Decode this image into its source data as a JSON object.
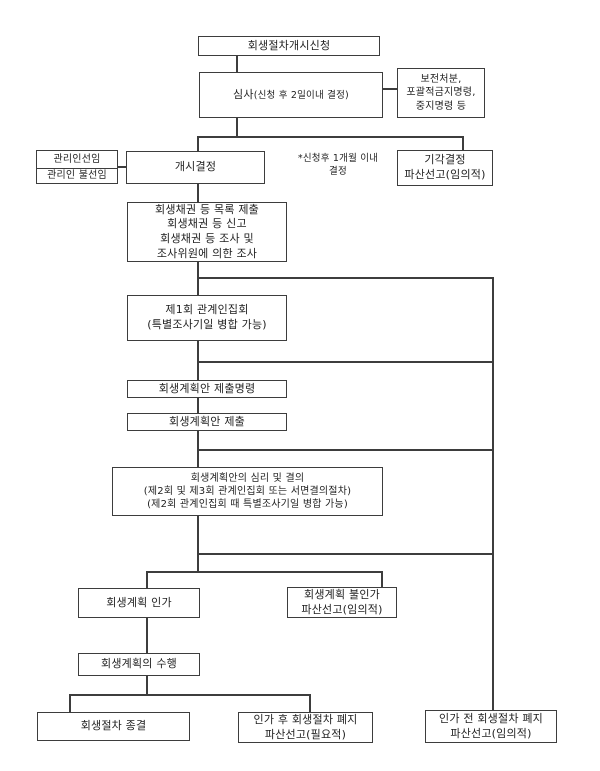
{
  "page": {
    "title_implicit": "회생절차 흐름도",
    "colors": {
      "line": "#3d3d3d",
      "text": "#1f1f1f",
      "background": "#ffffff"
    }
  },
  "flow": {
    "apply": {
      "label": "회생절차개시신청"
    },
    "review": {
      "label": "심사",
      "note": "(신청 후 2일이내 결정)"
    },
    "preservation": {
      "lines": [
        "보전처분,",
        "포괄적금지명령,",
        "중지명령 등"
      ]
    },
    "custodian": {
      "lines": [
        "관리인선임",
        "관리인 불선임"
      ]
    },
    "commencement": {
      "label": "개시결정"
    },
    "deadline_note": {
      "lines": [
        "*신청후 1개월 이내",
        "결정"
      ]
    },
    "dismissal": {
      "lines": [
        "기각결정",
        "파산선고(임의적)"
      ]
    },
    "claims": {
      "lines": [
        "회생채권 등 목록 제출",
        "회생채권 등 신고",
        "회생채권 등 조사 및",
        "조사위원에 의한 조사"
      ]
    },
    "meeting1": {
      "lines": [
        "제1회 관계인집회",
        "(특별조사기일 병합 가능)"
      ]
    },
    "plan_order": {
      "label": "회생계획안 제출명령"
    },
    "plan_submit": {
      "label": "회생계획안 제출"
    },
    "resolution": {
      "lines": [
        "회생계획안의 심리 및 결의",
        "(제2회 및 제3회 관계인집회 또는 서면결의절차)",
        "(제2회 관계인집회 때 특별조사기일 병합 가능)"
      ]
    },
    "approval": {
      "label": "회생계획 인가"
    },
    "disapproval": {
      "lines": [
        "회생계획 불인가",
        "파산선고(임의적)"
      ]
    },
    "implementation": {
      "label": "회생계획의 수행"
    },
    "conclusion": {
      "label": "회생절차 종결"
    },
    "post_approval_discontinuance": {
      "lines": [
        "인가 후 회생절차 폐지",
        "파산선고(필요적)"
      ]
    },
    "pre_approval_discontinuance": {
      "lines": [
        "인가 전 회생절차 폐지",
        "파산선고(임의적)"
      ]
    }
  }
}
